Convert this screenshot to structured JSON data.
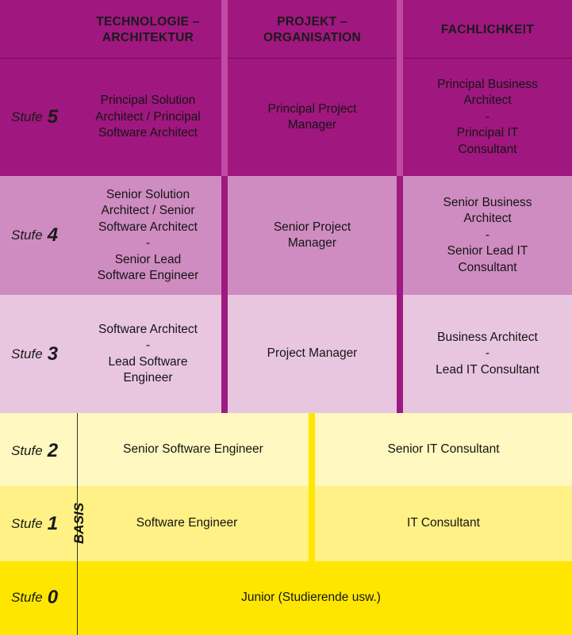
{
  "columns": {
    "tech": "TECHNOLOGIE –\nARCHITEKTUR",
    "projekt": "PROJEKT –\nORGANISATION",
    "fach": "FACHLICHKEIT"
  },
  "basis_label": "BASIS",
  "stufen": {
    "s5": {
      "word": "Stufe",
      "num": "5"
    },
    "s4": {
      "word": "Stufe",
      "num": "4"
    },
    "s3": {
      "word": "Stufe",
      "num": "3"
    },
    "s2": {
      "word": "Stufe",
      "num": "2"
    },
    "s1": {
      "word": "Stufe",
      "num": "1"
    },
    "s0": {
      "word": "Stufe",
      "num": "0"
    }
  },
  "roles": {
    "s5_tech": "Principal Solution\nArchitect / Principal\nSoftware Architect",
    "s5_projekt": "Principal Project\nManager",
    "s5_fach": "Principal Business\nArchitect\n-\nPrincipal IT\nConsultant",
    "s4_tech": "Senior Solution\nArchitect / Senior\nSoftware Architect\n-\nSenior Lead\nSoftware Engineer",
    "s4_projekt": "Senior Project\nManager",
    "s4_fach": "Senior Business\nArchitect\n-\nSenior Lead IT\nConsultant",
    "s3_tech": "Software Architect\n-\nLead Software\nEngineer",
    "s3_projekt": "Project Manager",
    "s3_fach": "Business Architect\n-\nLead IT Consultant",
    "s2_left": "Senior Software Engineer",
    "s2_right": "Senior IT Consultant",
    "s1_left": "Software Engineer",
    "s1_right": "IT Consultant",
    "s0": "Junior (Studierende usw.)"
  },
  "colors": {
    "header_bg": "#a0177f",
    "s5_bg": "#a0177f",
    "s4_bg": "#cf8cc0",
    "s3_bg": "#e8c6e0",
    "s2_bg": "#fff8c0",
    "s1_bg": "#fff185",
    "s0_bg": "#ffe600",
    "divider_purple": "#a0177f",
    "divider_yellow": "#ffe600"
  }
}
